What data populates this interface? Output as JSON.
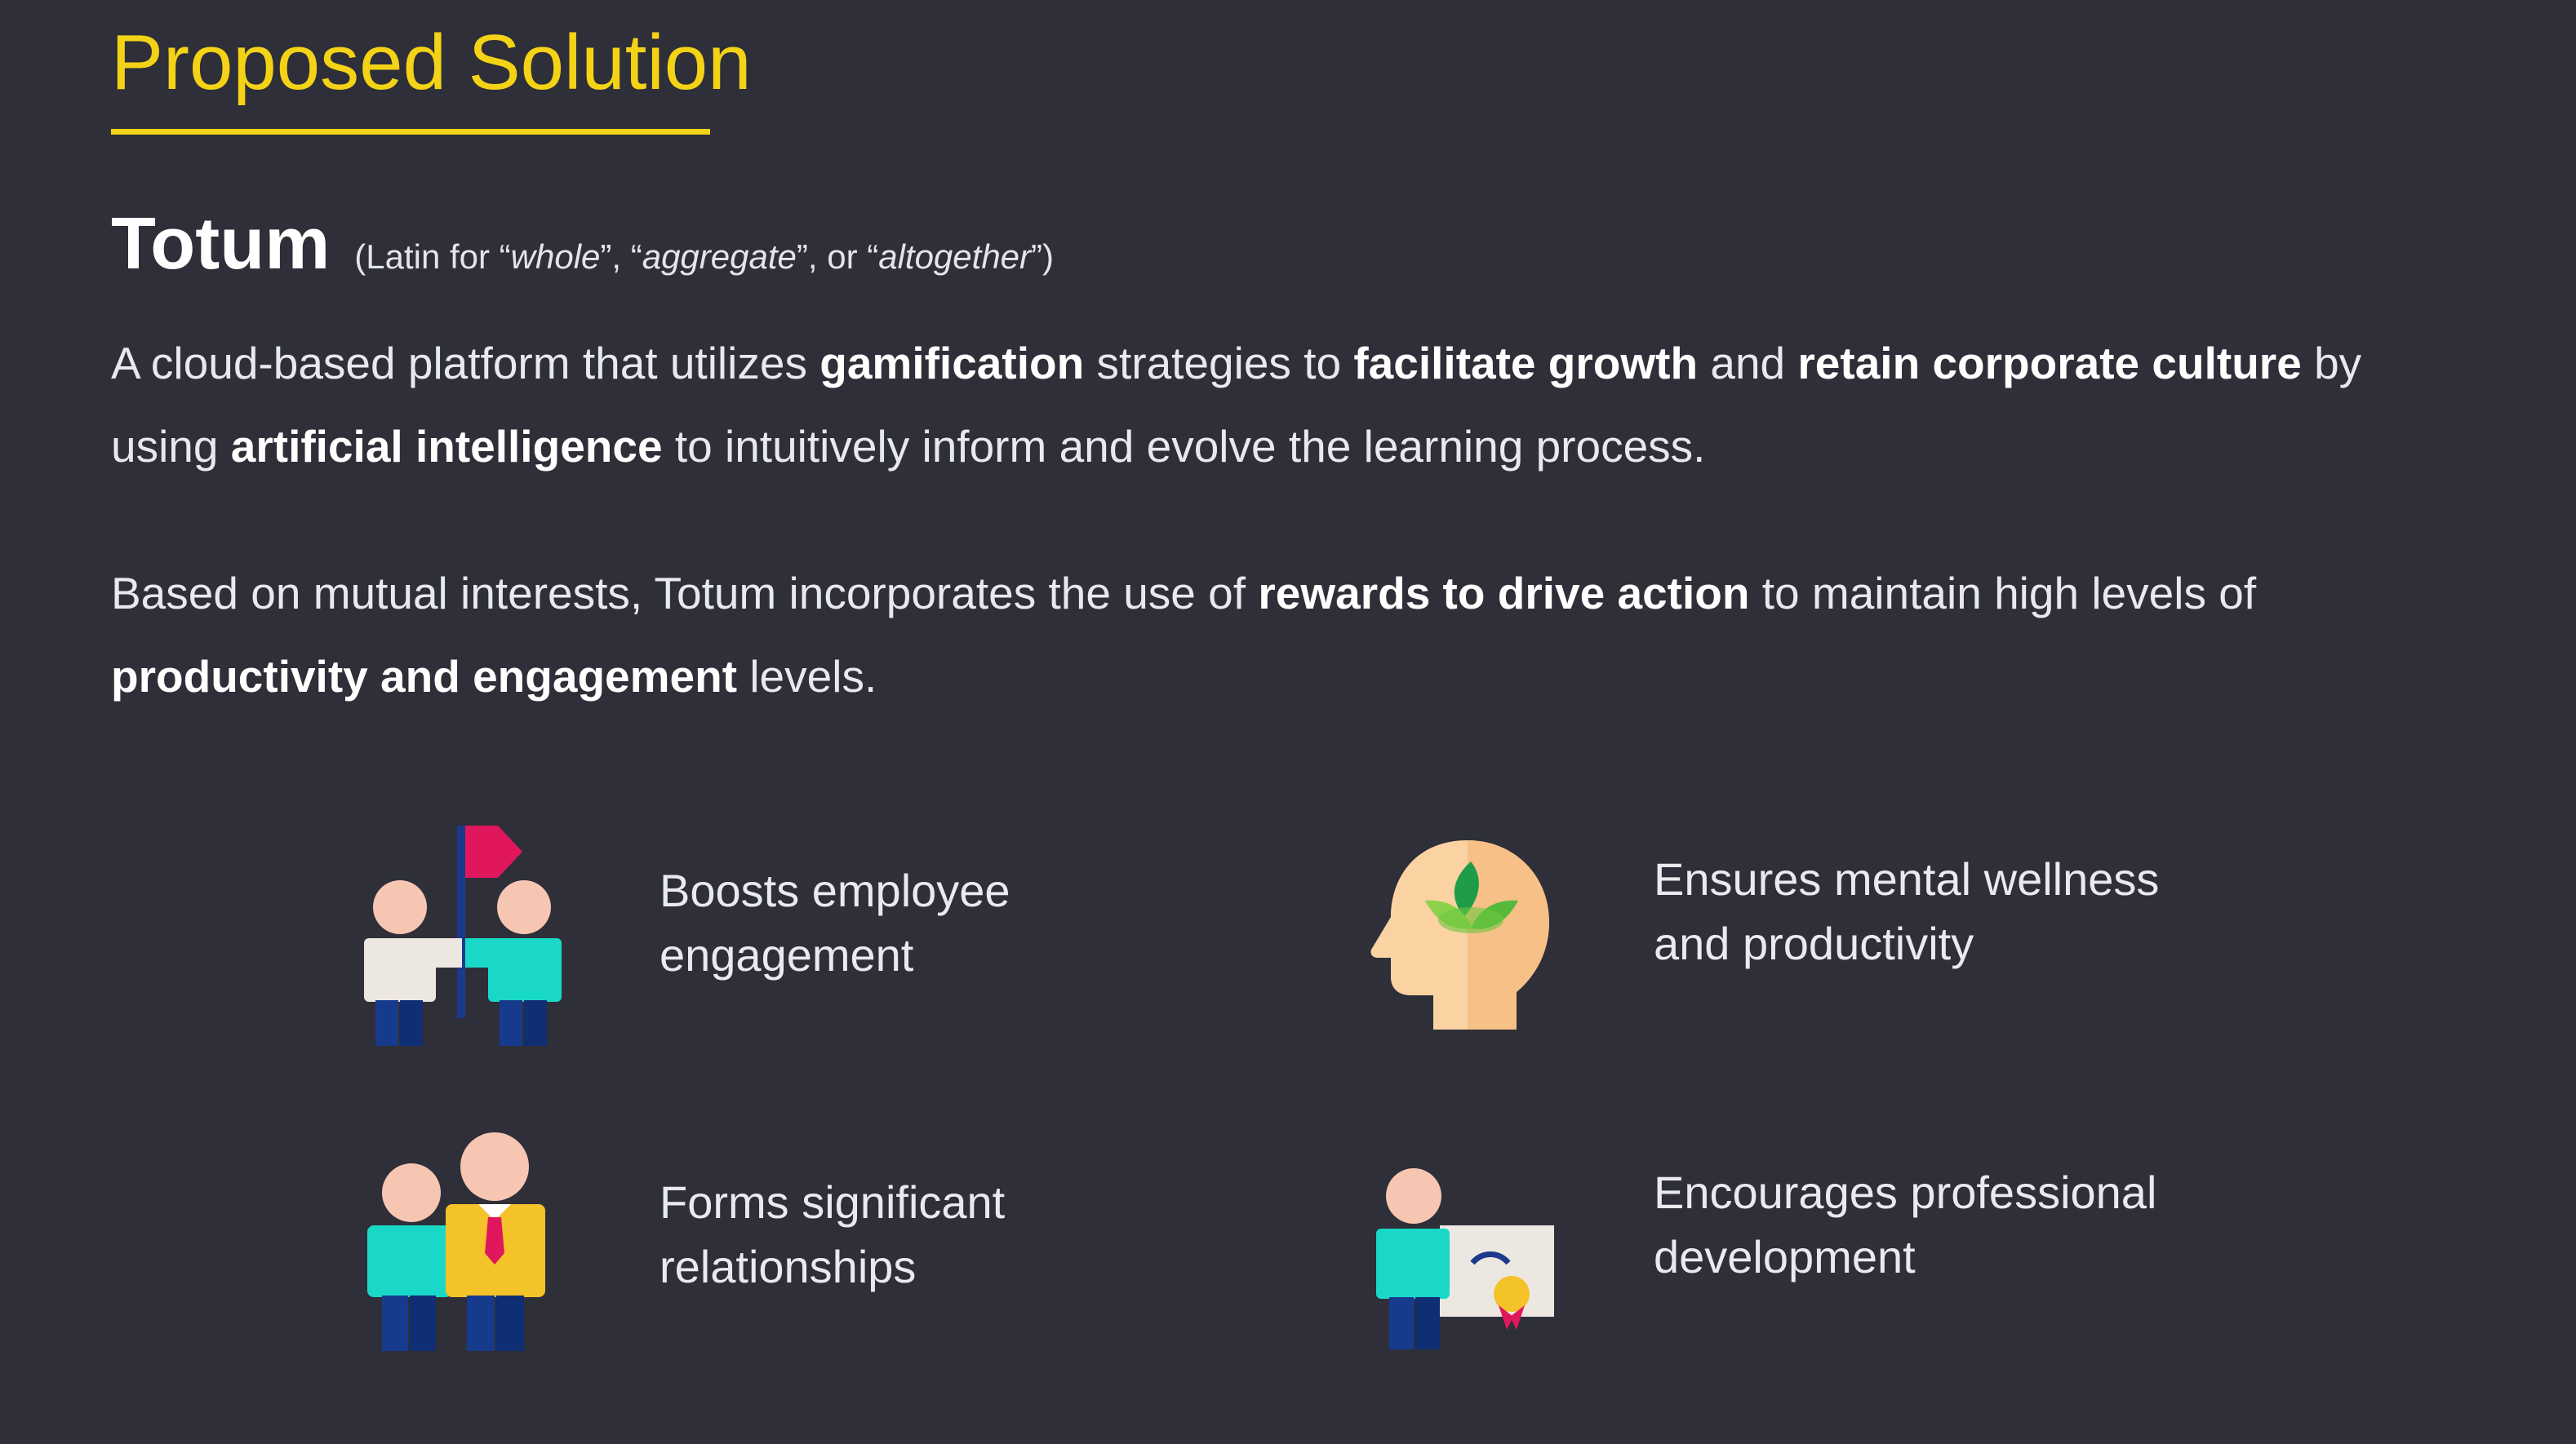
{
  "slide": {
    "title": "Proposed Solution",
    "brand": {
      "name": "Totum",
      "note_open": "(Latin for “",
      "note_word1": "whole",
      "note_sep1": "”, “",
      "note_word2": "aggregate",
      "note_sep2": "”, or “",
      "note_word3": "altogether",
      "note_close": "”)"
    },
    "paragraph1": {
      "t1": "A cloud-based platform that utilizes ",
      "b1": "gamification",
      "t2": " strategies to ",
      "b2": "facilitate growth",
      "t3": " and ",
      "b3": "retain corporate culture",
      "t4": " by using ",
      "b4": "artificial intelligence",
      "t5": " to intuitively inform and evolve the learning process."
    },
    "paragraph2": {
      "t1": "Based on mutual interests, Totum incorporates the use of ",
      "b1": "rewards to drive action",
      "t2": " to maintain high levels of ",
      "b2": "productivity and engagement",
      "t3": " levels."
    },
    "features": [
      {
        "icon": "team-flag-icon",
        "line1": "Boosts employee",
        "line2": "engagement"
      },
      {
        "icon": "head-leaf-icon",
        "line1": "Ensures mental wellness",
        "line2": "and productivity"
      },
      {
        "icon": "two-people-icon",
        "line1": "Forms significant",
        "line2": "relationships"
      },
      {
        "icon": "person-certificate-icon",
        "line1": "Encourages professional",
        "line2": "development"
      }
    ],
    "colors": {
      "background": "#2e2f38",
      "accent": "#f4d317",
      "text": "#ecedf0"
    }
  }
}
